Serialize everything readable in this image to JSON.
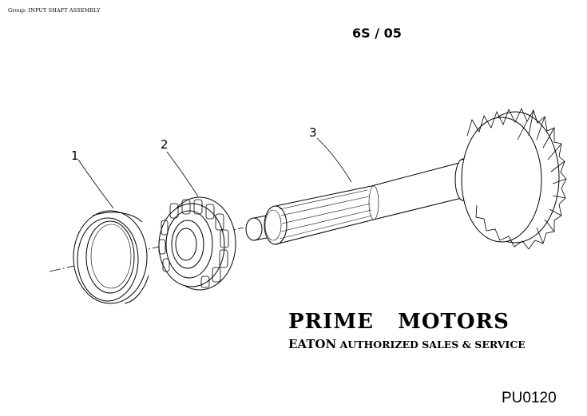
{
  "header": {
    "group_prefix": "Group:",
    "group_name": "INPUT SHAFT ASSEMBLY",
    "model": "6S / 05"
  },
  "callouts": [
    {
      "number": "1",
      "part": "bearing cup"
    },
    {
      "number": "2",
      "part": "tapered roller bearing cone"
    },
    {
      "number": "3",
      "part": "input shaft with gear"
    }
  ],
  "branding": {
    "company": "PRIME   MOTORS",
    "brand": "EATON",
    "service": "AUTHORIZED SALES & SERVICE"
  },
  "part_code": "PU0120"
}
